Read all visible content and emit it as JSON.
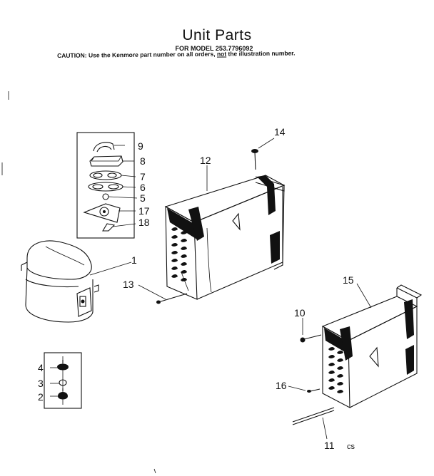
{
  "header": {
    "title": "Unit Parts",
    "subtitle": "FOR MODEL 253.7796092",
    "caution_prefix": "CAUTION: Use the Kenmore part number on all orders, ",
    "caution_emph": "not",
    "caution_suffix": " the illustration number."
  },
  "callouts": {
    "p1": "1",
    "p2": "2",
    "p3": "3",
    "p4": "4",
    "p5": "5",
    "p6": "6",
    "p7": "7",
    "p8": "8",
    "p9": "9",
    "p10": "10",
    "p11": "11",
    "p12": "12",
    "p13": "13",
    "p14": "14",
    "p15": "15",
    "p16": "16",
    "p17": "17",
    "p18": "18"
  },
  "marks": {
    "corner": "cs"
  },
  "icons": {
    "compressor": "compressor-icon",
    "condenser": "condenser-coil-icon",
    "evaporator": "evaporator-coil-icon",
    "mount_kit": "mounting-kit-icon",
    "grommet_kit": "grommet-kit-icon",
    "screw": "screw-icon",
    "drier_tube": "drier-tube-icon"
  }
}
